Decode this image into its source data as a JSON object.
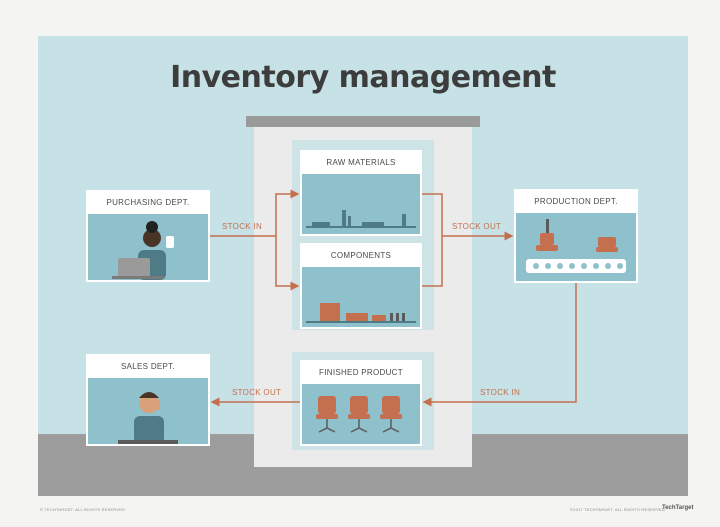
{
  "title": "Inventory management",
  "departments": {
    "purchasing": "PURCHASING DEPT.",
    "production": "PRODUCTION DEPT.",
    "sales": "SALES DEPT."
  },
  "warehouse": {
    "raw_materials": "RAW MATERIALS",
    "components": "COMPONENTS",
    "finished_product": "FINISHED PRODUCT"
  },
  "flows": {
    "purchasing_to_warehouse": "STOCK IN",
    "warehouse_to_production": "STOCK OUT",
    "production_to_warehouse": "STOCK IN",
    "warehouse_to_sales": "STOCK OUT"
  },
  "footer": {
    "left": "© TECHTARGET. ALL RIGHTS RESERVED",
    "right": "©2017 TECHTARGET. ALL RIGHTS RESERVED",
    "brand": "TechTarget"
  },
  "colors": {
    "background": "#c6e2e6",
    "arrow": "#c4704f",
    "box_fill": "#8ec1cb",
    "warehouse": "#ebebeb",
    "floor": "#9d9d9d"
  }
}
